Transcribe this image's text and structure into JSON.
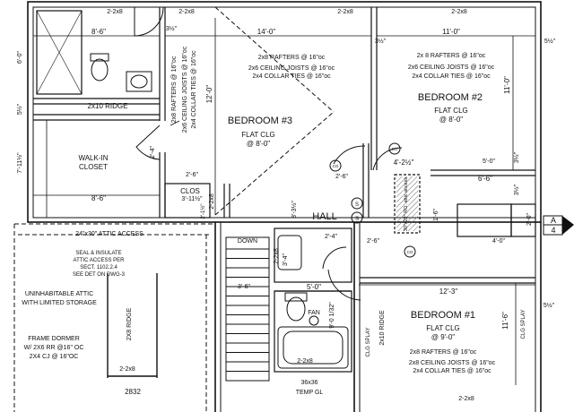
{
  "rooms": {
    "bedroom3": {
      "name": "BEDROOM #3",
      "clg": "FLAT CLG",
      "height": "@ 8'-0\""
    },
    "bedroom2": {
      "name": "BEDROOM #2",
      "clg": "FLAT CLG",
      "height": "@ 8'-0\""
    },
    "bedroom1": {
      "name": "BEDROOM #1",
      "clg": "FLAT CLG",
      "height": "@ 9'-0\""
    },
    "hall": {
      "name": "HALL"
    },
    "closet": {
      "name1": "WALK-IN",
      "name2": "CLOSET"
    },
    "clos": {
      "name": "CLOS"
    }
  },
  "framing": {
    "b3_rafters": "2x8 RAFTERS @ 16\"oc",
    "b3_joists": "2x6 CEILING JOISTS @ 16\"oc",
    "b3_ties": "2x4 COLLAR TIES @ 16\"oc",
    "b3v_rafters": "2x8 RAFTERS @ 16\"oc",
    "b3v_joists": "2x6 CEILING JOISTS @ 16\"oc",
    "b3v_ties": "2x4 COLLAR TIES @ 16\"oc",
    "b2_rafters": "2x 8 RAFTERS @ 16\"oc",
    "b2_joists": "2x6 CEILING JOISTS @ 16\"oc",
    "b2_ties": "2x4 COLLAR TIES @ 16\"oc",
    "b1_rafters": "2x8 RAFTERS @ 16\"oc",
    "b1_joists": "2x8 CEILING JOISTS @ 16\"oc",
    "b1_ties": "2x4 COLLAR TIES @ 16\"oc"
  },
  "dims": {
    "d_8_6_top": "8'-6\"",
    "d_14_0": "14'-0\"",
    "d_11_0": "11'-0\"",
    "d_3_half_top": "3½\"",
    "d_5_half_r1": "5½\"",
    "d_6_0": "6'-0\"",
    "d_5_half_l": "5½\"",
    "d_7_11": "7'-11½\"",
    "d_8_6_bot": "8'-6\"",
    "d_12_0": "12'-0\"",
    "d_11_0_r": "11'-0\"",
    "d_3_half_door": "3½\"",
    "d_2_4": "2'-4\"",
    "d_2_6_a": "2'-6\"",
    "d_2_6_b": "2'-6\"",
    "d_3_11": "3'-11½\"",
    "d_2_1": "2'-1½\"",
    "d_3_3": "3'-3½\"",
    "d_4_2": "4'-2½\"",
    "d_5_0_r": "5'-0\"",
    "d_6_6": "6'-6\"",
    "d_3_half_r2": "3½\"",
    "d_3_half_r3": "3½\"",
    "d_2_0": "2'-0\"",
    "d_4_0": "4'-0\"",
    "d_1_6": "1'-6\"",
    "d_2_4_h": "2'-4\"",
    "d_2_6_h": "2'-6\"",
    "d_3_4": "3'-4\"",
    "d_3_6": "3'-6\"",
    "d_5_0_bath": "5'-0\"",
    "d_9_0": "9'-0 1/32\"",
    "d_12_3": "12'-3\"",
    "d_11_6": "11'-6\"",
    "d_5_half_r4": "5½\"",
    "d_2832": "2832",
    "d_36x36": "36x36",
    "d_temp": "TEMP GL",
    "header_2x8_1": "2-2x8",
    "header_2x8_2": "2-2x8",
    "header_2x8_3": "2-2x8",
    "header_2x8_4": "2-2x8",
    "header_2x8_5": "2-2x8",
    "header_2x8_6": "2-2x8",
    "header_2x8_7": "2-2x8",
    "header_2x8_8": "2-2x8",
    "header_2x8_9": "2-2x8"
  },
  "ridges": {
    "r_2x10": "2x10 RIDGE",
    "r_2x8_dormer": "2X8 RIDGE",
    "r_2x10_b1": "2x10 RIDGE"
  },
  "notes": {
    "attic_access": "24\"x30\" ATTIC ACCESS",
    "seal1": "SEAL & INSULATE",
    "seal2": "ATTIC ACCESS PER",
    "seal3": "SECT. 1102.2.4",
    "seal4": "SEE DET ON DWG-3",
    "attic1": "UNINHABITABLE ATTIC",
    "attic2": "WITH LIMITED STORAGE",
    "dormer1": "FRAME DORMER",
    "dormer2": "W/ 2X6 RR @16\" OC",
    "dormer3": "2X4 CJ @ 16\"OC",
    "down": "DOWN",
    "fan": "FAN",
    "clg_splay_l": "CLG SPLAY",
    "clg_splay_r": "CLG SPLAY",
    "access": "30\"x22\" RO. attic access",
    "cc1": "CO",
    "cc2": "CO",
    "cc3": "CO",
    "smoke1": "S",
    "smoke2": "S",
    "section_letter": "A",
    "section_num": "4"
  }
}
